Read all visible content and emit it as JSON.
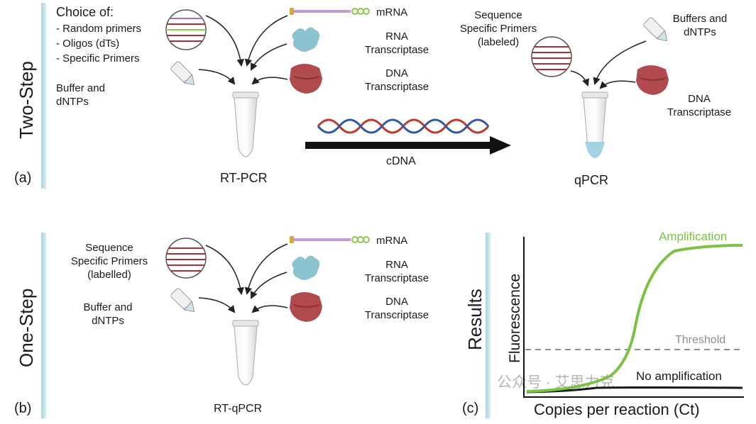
{
  "two_step": {
    "side_label": "Two-Step",
    "panel_letter": "(a)",
    "choice_title": "Choice of:",
    "choices": [
      "- Random primers",
      "- Oligos (dTs)",
      "- Specific Primers"
    ],
    "buffer_label_1": "Buffer and",
    "buffer_label_2": "dNTPs",
    "mrna_label": "mRNA",
    "rna_transcriptase_1": "RNA",
    "rna_transcriptase_2": "Transcriptase",
    "dna_transcriptase_1": "DNA",
    "dna_transcriptase_2": "Transcriptase",
    "tube_label": "RT-PCR",
    "arrow_label": "cDNA",
    "seq_primers_1": "Sequence",
    "seq_primers_2": "Specific Primers",
    "seq_primers_3": "(labeled)",
    "buffers_1": "Buffers and",
    "buffers_2": "dNTPs",
    "dna_transcriptase_right_1": "DNA",
    "dna_transcriptase_right_2": "Transcriptase",
    "qpcr_label": "qPCR"
  },
  "one_step": {
    "side_label": "One-Step",
    "panel_letter": "(b)",
    "seq_primers_1": "Sequence",
    "seq_primers_2": "Specific Primers",
    "seq_primers_3": "(labelled)",
    "buffer_label_1": "Buffer and",
    "buffer_label_2": "dNTPs",
    "mrna_label": "mRNA",
    "rna_transcriptase_1": "RNA",
    "rna_transcriptase_2": "Transcriptase",
    "dna_transcriptase_1": "DNA",
    "dna_transcriptase_2": "Transcriptase",
    "tube_label": "RT-qPCR"
  },
  "results": {
    "panel_letter": "(c)",
    "side_label": "Results",
    "ylabel": "Fluorescence",
    "xlabel": "Copies per reaction (Ct)",
    "amplification_label": "Amplification",
    "threshold_label": "Threshold",
    "no_amplification_label": "No amplification",
    "watermark": "公众号 · 艾思力克"
  },
  "colors": {
    "amplification": "#7cc242",
    "threshold": "#8f8f8f",
    "no_amplification": "#1a1a1a",
    "enzyme_rna": "#8cc3d1",
    "enzyme_dna": "#b04a4e",
    "arrow": "#111111",
    "dna_red": "#c0392b",
    "dna_blue": "#2f5aa8"
  }
}
